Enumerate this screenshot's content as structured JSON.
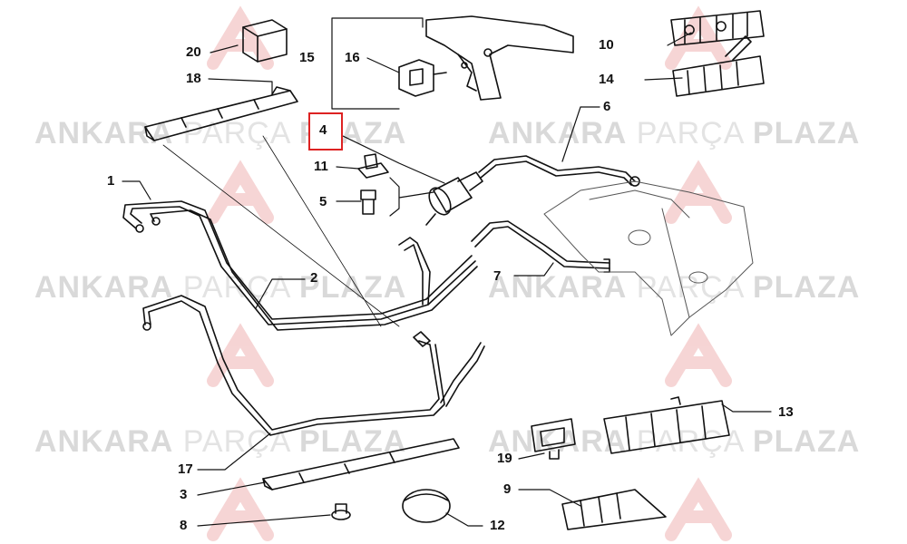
{
  "watermark": {
    "word1": "ANKARA",
    "word2": "PARÇA",
    "word3": "PLAZA"
  },
  "callouts": {
    "c1": "1",
    "c2": "2",
    "c3": "3",
    "c4": "4",
    "c5": "5",
    "c6": "6",
    "c7": "7",
    "c8": "8",
    "c9": "9",
    "c10": "10",
    "c11": "11",
    "c12": "12",
    "c13": "13",
    "c14": "14",
    "c15": "15",
    "c16": "16",
    "c17": "17",
    "c18": "18",
    "c19": "19",
    "c20": "20"
  },
  "highlighted_part": "4",
  "colors": {
    "line": "#111111",
    "watermark": "#d9d9d9",
    "logo": "#f3c9c9",
    "highlight": "#dd2222"
  }
}
